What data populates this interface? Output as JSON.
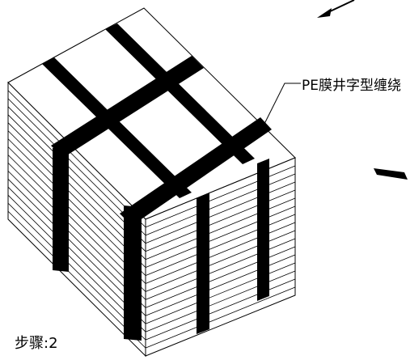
{
  "callout": {
    "label": "PE膜井字型缠绕"
  },
  "step": {
    "label": "步骤:2"
  },
  "colors": {
    "line": "#000000",
    "background": "#ffffff"
  },
  "layers": 17
}
